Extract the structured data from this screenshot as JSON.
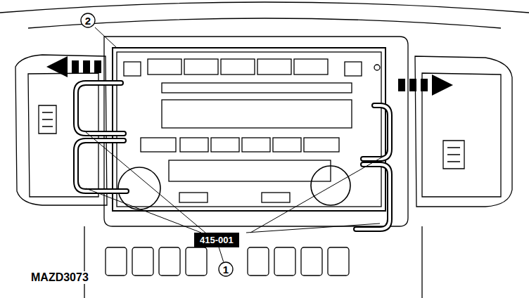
{
  "diagram": {
    "nodes": [
      {
        "text": [
          "2"
        ]
      },
      {
        "text": [
          "415-001"
        ]
      },
      {
        "text": [
          "1"
        ]
      }
    ],
    "edges": [
      {
        "from": 2,
        "to": 1,
        "arrow": "none"
      }
    ],
    "labels": [
      "MAZD3073"
    ]
  }
}
